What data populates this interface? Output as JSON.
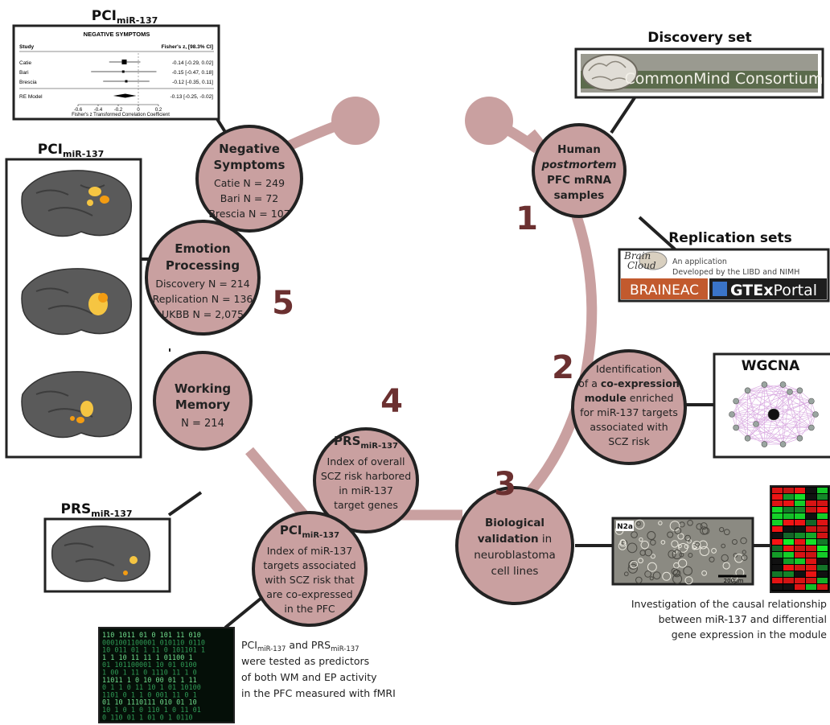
{
  "colors": {
    "node_fill": "#c9a0a0",
    "ring": "#c9a0a0",
    "number": "#6b3030",
    "outline": "#222222"
  },
  "nodes": {
    "n1": {
      "l1": "Human",
      "l2": "postmortem",
      "l3": "PFC mRNA",
      "l4": "samples",
      "number": "1"
    },
    "n2": {
      "l1": "Identification",
      "l2a": "of a ",
      "l2b": "co-expression",
      "l3a": "module",
      "l3b": " enriched",
      "l4": "for miR-137 targets",
      "l5": "associated with",
      "l6": "SCZ risk",
      "number": "2"
    },
    "n3": {
      "l1": "Biological",
      "l2a": "validation",
      "l2b": " in",
      "l3": "neuroblastoma",
      "l4": "cell lines",
      "number": "3"
    },
    "n4": {
      "title": "PRS",
      "sub": "miR-137",
      "l1": "Index of overall",
      "l2": "SCZ risk harbored",
      "l3": "in miR-137",
      "l4": "target genes",
      "number": "4"
    },
    "n4b": {
      "title": "PCI",
      "sub": "miR-137",
      "l1": "Index of miR-137",
      "l2": "targets associated",
      "l3": "with SCZ risk that",
      "l4": "are co-expressed",
      "l5": "in the PFC"
    },
    "n5a": {
      "l1": "Working",
      "l2": "Memory",
      "l3": "N = 214"
    },
    "n5b": {
      "l1": "Emotion",
      "l2": "Processing",
      "l3": "Discovery N  = 214",
      "l4": "Replication N = 136",
      "l5": "UKBB N = 2,075",
      "number": "5"
    },
    "n5c": {
      "l1": "Negative",
      "l2": "Symptoms",
      "l3": "Catie N  = 249",
      "l4": "Bari N = 72",
      "l5": "Brescia N = 107"
    }
  },
  "headers": {
    "discovery": "Discovery set",
    "replication": "Replication sets",
    "wgcna": "WGCNA",
    "pci_top": {
      "main": "PCI",
      "sub": "miR-137"
    },
    "pci_left": {
      "main": "PCI",
      "sub": "miR-137"
    },
    "prs_left": {
      "main": "PRS",
      "sub": "miR-137"
    }
  },
  "logos": {
    "commonmind": "CommonMind Consortium",
    "braincloud_a": "Brain",
    "braincloud_b": "Cloud",
    "braincloud_tag1": "An application",
    "braincloud_tag2": "Developed by the LIBD and NIMH",
    "braineac": "BRAINEAC",
    "gtex": "GTEx",
    "gtex2": "Portal"
  },
  "micro_label": "N2a",
  "scale_bar": "200µm",
  "captions": {
    "investigation": [
      "Investigation of the causal relationship",
      "between miR-137 and differential",
      "gene expression in the module"
    ],
    "tested_a": "PCI",
    "tested_sub1": "miR-137",
    "tested_and": " and PRS",
    "tested_sub2": "miR-137",
    "tested_l2": "were tested as predictors",
    "tested_l3": "of both WM and EP activity",
    "tested_l4": "in the PFC measured with fMRI"
  },
  "forest": {
    "title": "NEGATIVE SYMPTOMS",
    "col_study": "Study",
    "col_effect": "Fisher's z, [98.3% CI]",
    "rows": [
      {
        "study": "Catie",
        "effect": "-0.14 [-0.29,  0.02]",
        "z": -0.14,
        "lo": -0.29,
        "hi": 0.02
      },
      {
        "study": "Bari",
        "effect": "-0.15 [-0.47,  0.18]",
        "z": -0.15,
        "lo": -0.47,
        "hi": 0.18
      },
      {
        "study": "Brescia",
        "effect": "-0.12 [-0.35,  0.11]",
        "z": -0.12,
        "lo": -0.35,
        "hi": 0.11
      }
    ],
    "re_label": "RE Model",
    "re_effect": "-0.13 [-0.25, -0.02]",
    "re": {
      "z": -0.13,
      "lo": -0.25,
      "hi": -0.02
    },
    "ticks": [
      "-0.6",
      "-0.4",
      "-0.2",
      "0",
      "0.2"
    ],
    "xlabel": "Fisher's z Transformed Correlation Coefficient"
  },
  "matrix_rows": [
    "110 1011 01 0 101 11 010",
    "0001001100001 010110 0110",
    "10 011 01 1 11 0 101101 1",
    "1  1 10 11 11 1 01100 1",
    "01 101100001 10 01 0100",
    "1 00 1 11 0 1110 11 1 0",
    "11011 1 0 10 00 01 1 11",
    "0 1 1 0 11 10 1 01 10100",
    "1101 0 1 1 0 001 11 0 1",
    "01 10 1110111 010 01 10",
    "10 1 0 1 0 110 1 0 11 01",
    "0 110 01 1 01 0 1 0110"
  ]
}
